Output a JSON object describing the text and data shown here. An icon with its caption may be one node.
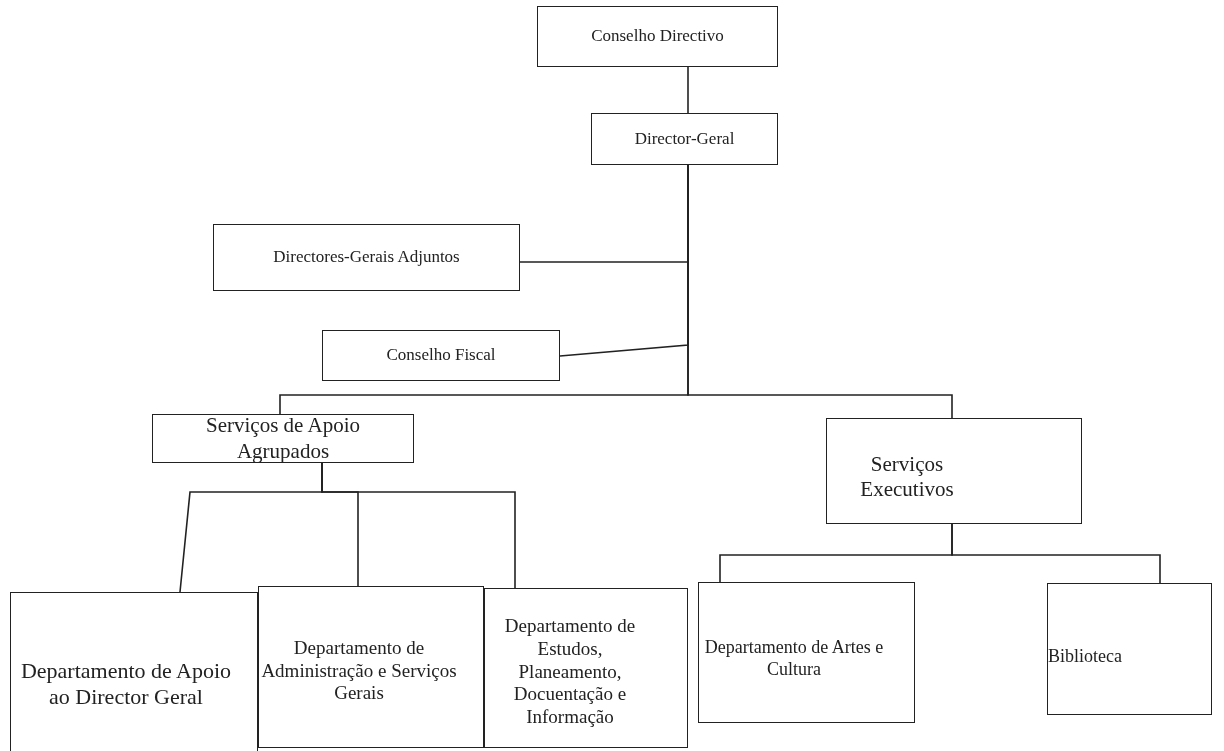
{
  "diagram": {
    "nodes": [
      {
        "text": [
          "Conselho Directivo"
        ]
      },
      {
        "text": [
          "Director-Geral"
        ]
      },
      {
        "text": [
          "Directores-Gerais Adjuntos"
        ]
      },
      {
        "text": [
          "Conselho Fiscal"
        ]
      },
      {
        "text": [
          "Serviços de Apoio Agrupados"
        ]
      },
      {
        "text": [
          "Serviços Executivos"
        ]
      },
      {
        "text": [
          "Departamento de Apoio ao Director Geral"
        ]
      },
      {
        "text": [
          "Departamento de Administração e Serviços Gerais"
        ]
      },
      {
        "text": [
          "Departamento de Estudos, Planeamento, Docuentação e Informação"
        ]
      },
      {
        "text": [
          "Departamento de Artes e Cultura"
        ]
      },
      {
        "text": [
          "Biblioteca"
        ]
      }
    ],
    "edges": [
      {
        "from": 0,
        "to": 1,
        "arrow": "none"
      },
      {
        "from": 1,
        "to": 2,
        "arrow": "none"
      },
      {
        "from": 1,
        "to": 3,
        "arrow": "none"
      },
      {
        "from": 1,
        "to": 4,
        "arrow": "none"
      },
      {
        "from": 1,
        "to": 5,
        "arrow": "none"
      },
      {
        "from": 4,
        "to": 6,
        "arrow": "none"
      },
      {
        "from": 4,
        "to": 7,
        "arrow": "none"
      },
      {
        "from": 4,
        "to": 8,
        "arrow": "none"
      },
      {
        "from": 5,
        "to": 9,
        "arrow": "none"
      },
      {
        "from": 5,
        "to": 10,
        "arrow": "none"
      }
    ]
  }
}
